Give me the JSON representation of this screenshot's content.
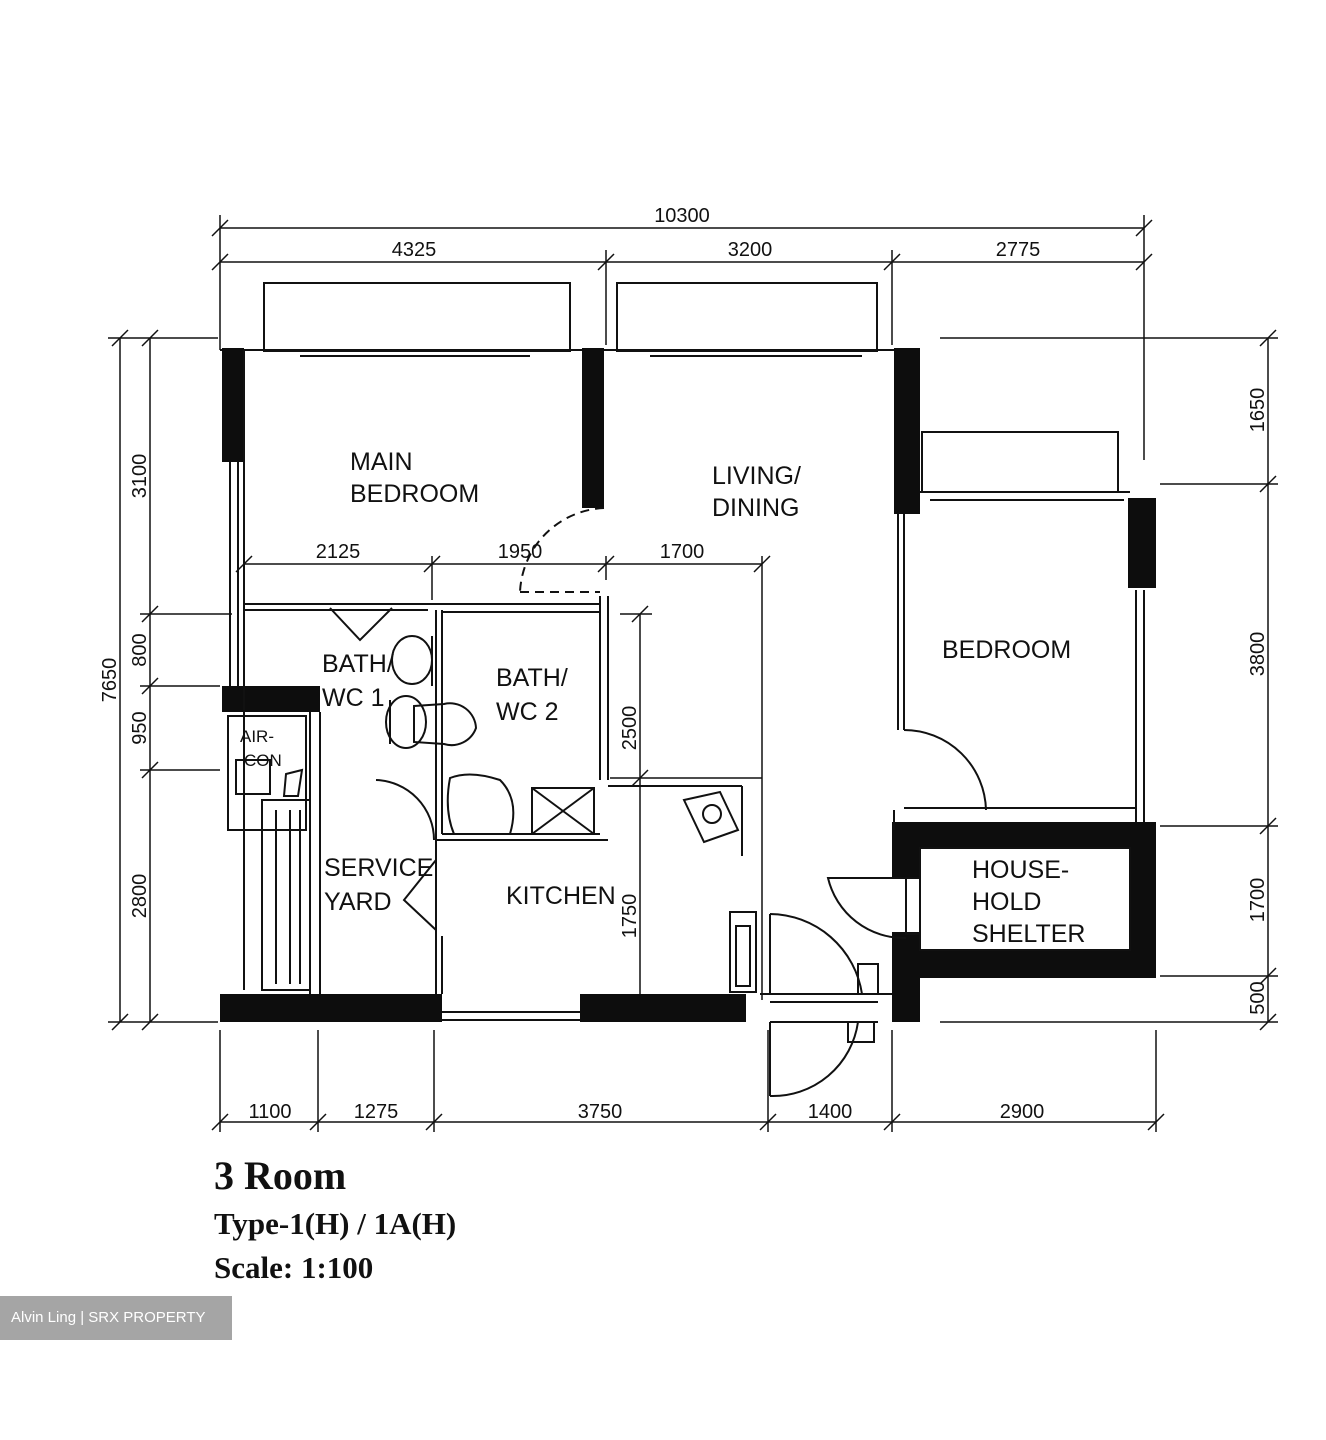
{
  "dimensions": {
    "overall_width": "10300",
    "top_segments": [
      "4325",
      "3200",
      "2775"
    ],
    "bottom_segments": [
      "1100",
      "1275",
      "3750",
      "1400",
      "2900"
    ],
    "left_overall": "7650",
    "left_segments": [
      "3100",
      "800",
      "950",
      "2800"
    ],
    "right_segments": [
      "1650",
      "3800",
      "1700",
      "500"
    ],
    "inner_horizontal": [
      "2125",
      "1950",
      "1700"
    ],
    "inner_vertical": [
      "2500",
      "1750"
    ]
  },
  "rooms": {
    "main_bedroom": [
      "MAIN",
      "BEDROOM"
    ],
    "living_dining": [
      "LIVING/",
      "DINING"
    ],
    "bedroom": "BEDROOM",
    "bath_wc_1": [
      "BATH/",
      "WC  1"
    ],
    "bath_wc_2": [
      "BATH/",
      "WC  2"
    ],
    "air_con": [
      "AIR-",
      "CON"
    ],
    "service_yard": [
      "SERVICE",
      "YARD"
    ],
    "kitchen": "KITCHEN",
    "household_shelter": [
      "HOUSE-",
      "HOLD",
      "SHELTER"
    ]
  },
  "title": {
    "name": "3 Room",
    "type": "Type-1(H)  / 1A(H)",
    "scale": "Scale: 1:100"
  },
  "watermark": "Alvin Ling | SRX PROPERTY"
}
